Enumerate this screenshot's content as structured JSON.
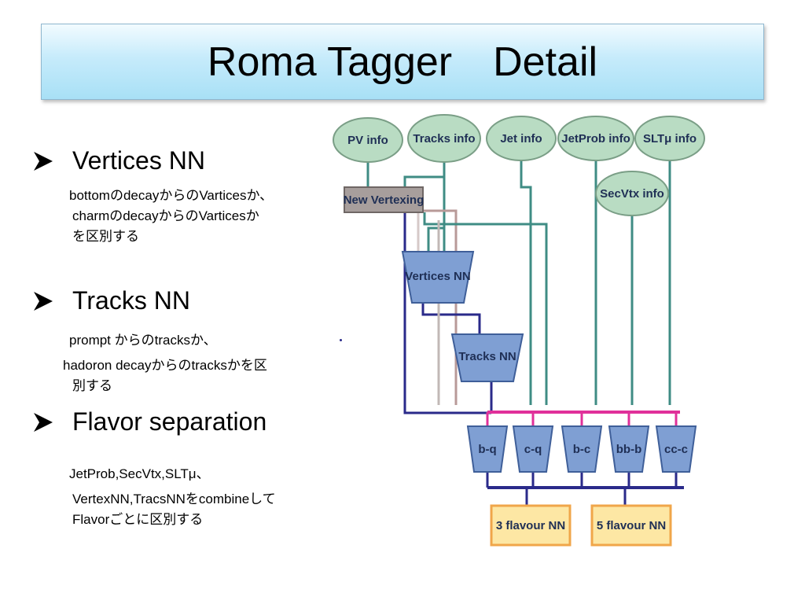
{
  "title": "Roma Tagger Detail",
  "bullets": [
    {
      "heading": "Vertices NN",
      "lines": [
        "bottomのdecayからのVarticesか、",
        "charmのdecayからのVarticesか",
        "を区別する"
      ]
    },
    {
      "heading": "Tracks NN",
      "lines": [
        "prompt からのtracksか、",
        "hadoron decayからのtracksかを区",
        "別する"
      ]
    },
    {
      "heading": "Flavor separation",
      "lines": [
        "JetProb,SecVtx,SLTμ、",
        "VertexNN,TracsNNをcombineして",
        "Flavorごとに区別する"
      ]
    }
  ],
  "diagram": {
    "inputs": [
      "PV info",
      "Tracks info",
      "Jet info",
      "JetProb info",
      "SLTμ info",
      "SecVtx info"
    ],
    "vertexing": "New Vertexing",
    "vertices_nn": "Vertices NN",
    "tracks_nn": "Tracks NN",
    "separators": [
      "b-q",
      "c-q",
      "b-c",
      "bb-b",
      "cc-c"
    ],
    "outputs": [
      "3 flavour NN",
      "5 flavour NN"
    ],
    "colors": {
      "ellipse_fill": "#b9dcc3",
      "ellipse_stroke": "#7a9e86",
      "vertexing_fill": "#a79e9c",
      "trapezoid_fill": "#7f9fd3",
      "trapezoid_stroke": "#3f5f99",
      "output_fill": "#fde7a4",
      "output_stroke": "#f0a64a",
      "teal_line": "#3f8c84",
      "magenta_line": "#e0309a",
      "navy_line": "#2a2a8a"
    }
  }
}
